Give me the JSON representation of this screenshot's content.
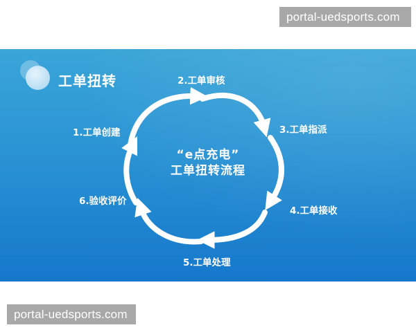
{
  "watermarks": {
    "top": "portal-uedsports.com",
    "bottom": "portal-uedsports.com"
  },
  "panel": {
    "title": "工单扭转",
    "icon": "bubbles-icon",
    "colors": {
      "top": "#3aa5d8",
      "bottom": "#1577cb",
      "arrow": "#ffffff",
      "text": "#ffffff"
    }
  },
  "diagram": {
    "center_line1": "“e点充电”",
    "center_line2": "工单扭转流程",
    "steps": [
      {
        "label": "1.工单创建"
      },
      {
        "label": "2.工单审核"
      },
      {
        "label": "3.工单指派"
      },
      {
        "label": "4.工单接收"
      },
      {
        "label": "5.工单处理"
      },
      {
        "label": "6.验收评价"
      }
    ]
  }
}
